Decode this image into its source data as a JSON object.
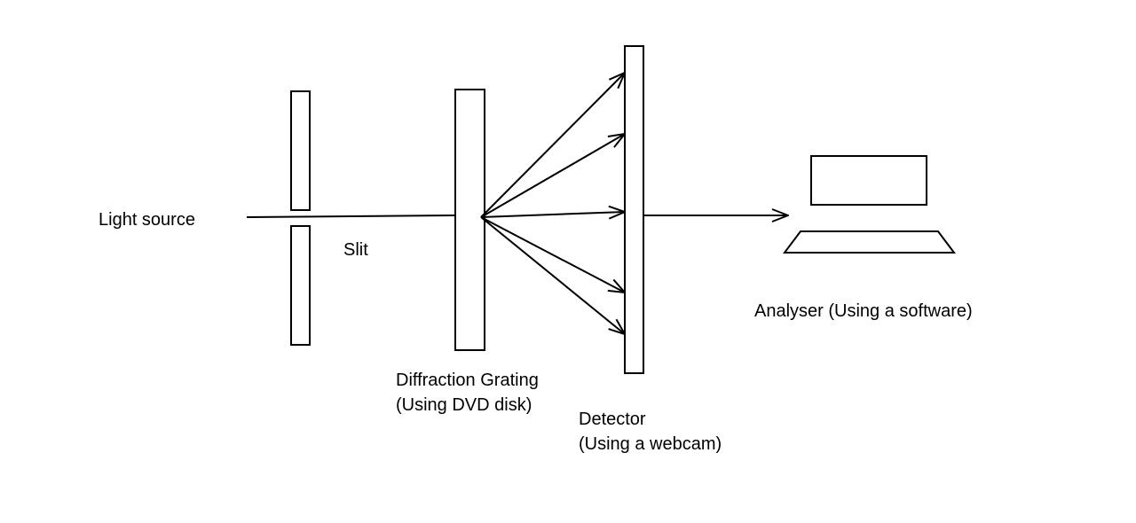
{
  "labels": {
    "light_source": "Light source",
    "slit": "Slit",
    "grating_line1": "Diffraction Grating",
    "grating_line2": "(Using DVD disk)",
    "detector_line1": "Detector",
    "detector_line2": "(Using a webcam)",
    "analyser": "Analyser (Using a software)"
  },
  "colors": {
    "stroke": "#000000",
    "background": "#ffffff"
  }
}
